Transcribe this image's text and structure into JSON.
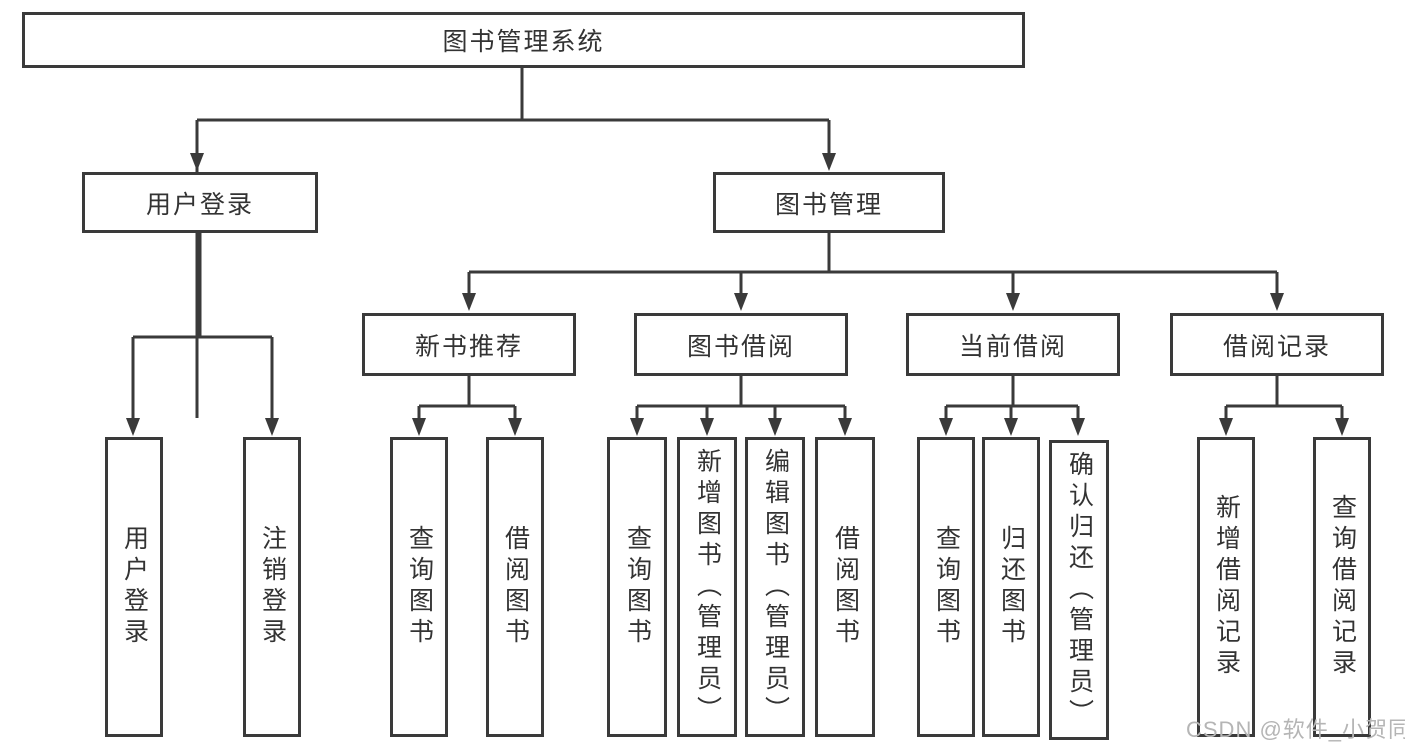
{
  "tree": {
    "root": {
      "label": "图书管理系统",
      "children": [
        {
          "label": "用户登录",
          "children": [
            {
              "label": "用户登录"
            },
            {
              "label": "注销登录"
            }
          ]
        },
        {
          "label": "图书管理",
          "children": [
            {
              "label": "新书推荐",
              "children": [
                {
                  "label": "查询图书"
                },
                {
                  "label": "借阅图书"
                }
              ]
            },
            {
              "label": "图书借阅",
              "children": [
                {
                  "label": "查询图书"
                },
                {
                  "label": "新增图书（管理员）"
                },
                {
                  "label": "编辑图书（管理员）"
                },
                {
                  "label": "借阅图书"
                }
              ]
            },
            {
              "label": "当前借阅",
              "children": [
                {
                  "label": "查询图书"
                },
                {
                  "label": "归还图书"
                },
                {
                  "label": "确认归还（管理员）"
                }
              ]
            },
            {
              "label": "借阅记录",
              "children": [
                {
                  "label": "新增借阅记录"
                },
                {
                  "label": "查询借阅记录"
                }
              ]
            }
          ]
        }
      ]
    }
  },
  "watermark": {
    "text": "CSDN @软件_小贺同学"
  },
  "colors": {
    "line": "#3a3a3a",
    "text": "#333333",
    "background": "#ffffff",
    "watermark": "#b5b5b5"
  }
}
